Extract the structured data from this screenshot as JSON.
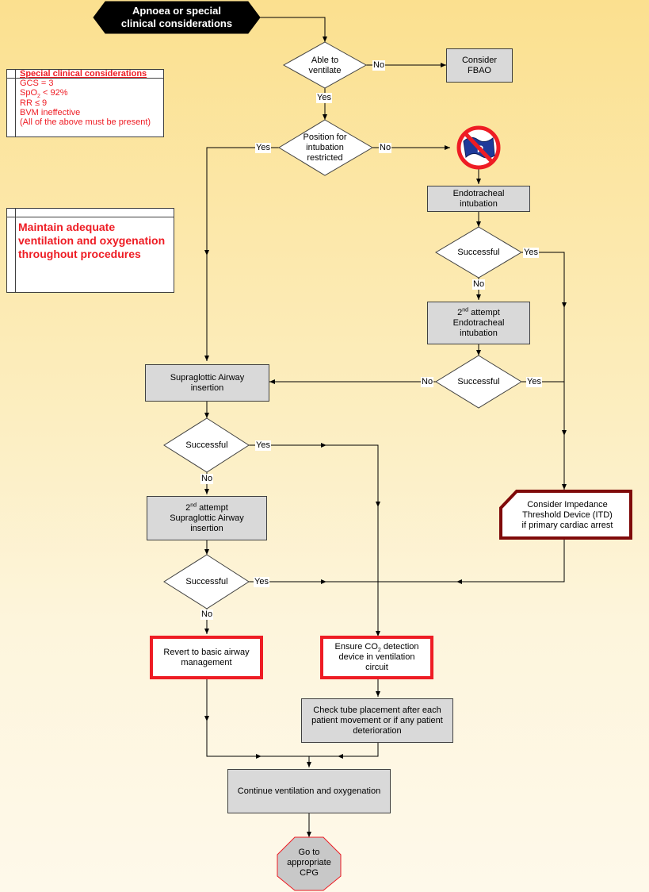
{
  "start": {
    "line1": "Apnoea or special",
    "line2": "clinical considerations"
  },
  "decisions": {
    "able_to_ventilate": {
      "line1": "Able to",
      "line2": "ventilate"
    },
    "position": {
      "line1": "Position for",
      "line2": "intubation",
      "line3": "restricted"
    },
    "successful": "Successful"
  },
  "labels": {
    "yes": "Yes",
    "no": "No"
  },
  "boxes": {
    "consider_fbao": {
      "line1": "Consider",
      "line2": "FBAO"
    },
    "endotracheal": {
      "line1": "Endotracheal",
      "line2": "intubation"
    },
    "second_et": {
      "sup": "nd",
      "num": "2",
      "line1": " attempt",
      "line2": "Endotracheal",
      "line3": "intubation"
    },
    "supraglottic": {
      "line1": "Supraglottic Airway",
      "line2": "insertion"
    },
    "second_sga": {
      "num": "2",
      "sup": "nd",
      "line1": " attempt",
      "line2": "Supraglottic Airway",
      "line3": "insertion"
    },
    "itd": {
      "line1": "Consider Impedance",
      "line2": "Threshold Device (ITD)",
      "line3": "if primary cardiac arrest"
    },
    "revert": {
      "line1": "Revert to basic airway",
      "line2": "management"
    },
    "co2": {
      "pre": "Ensure CO",
      "sub": "2",
      "post": " detection",
      "line2": "device in ventilation",
      "line3": "circuit"
    },
    "check_tube": {
      "line1": "Check tube placement after each",
      "line2": "patient movement or if any patient",
      "line3": "deterioration"
    },
    "continue": "Continue ventilation and oxygenation",
    "goto": {
      "line1": "Go to",
      "line2": "appropriate",
      "line3": "CPG"
    }
  },
  "special_considerations": {
    "title": "Special clinical considerations",
    "items": [
      "GCS = 3",
      "SpO",
      "2",
      " < 92%",
      "RR ≤ 9",
      "BVM ineffective",
      "(All of the above must be present)"
    ]
  },
  "maintain_note": "Maintain adequate ventilation and oxygenation throughout procedures",
  "colors": {
    "red": "#ee1c24",
    "dark_red": "#7f0a0a",
    "box_gray": "#d9d9d9",
    "goto_border": "#ee1c24"
  },
  "icons": {
    "no_paralysis": "no-paralytic-icon"
  }
}
